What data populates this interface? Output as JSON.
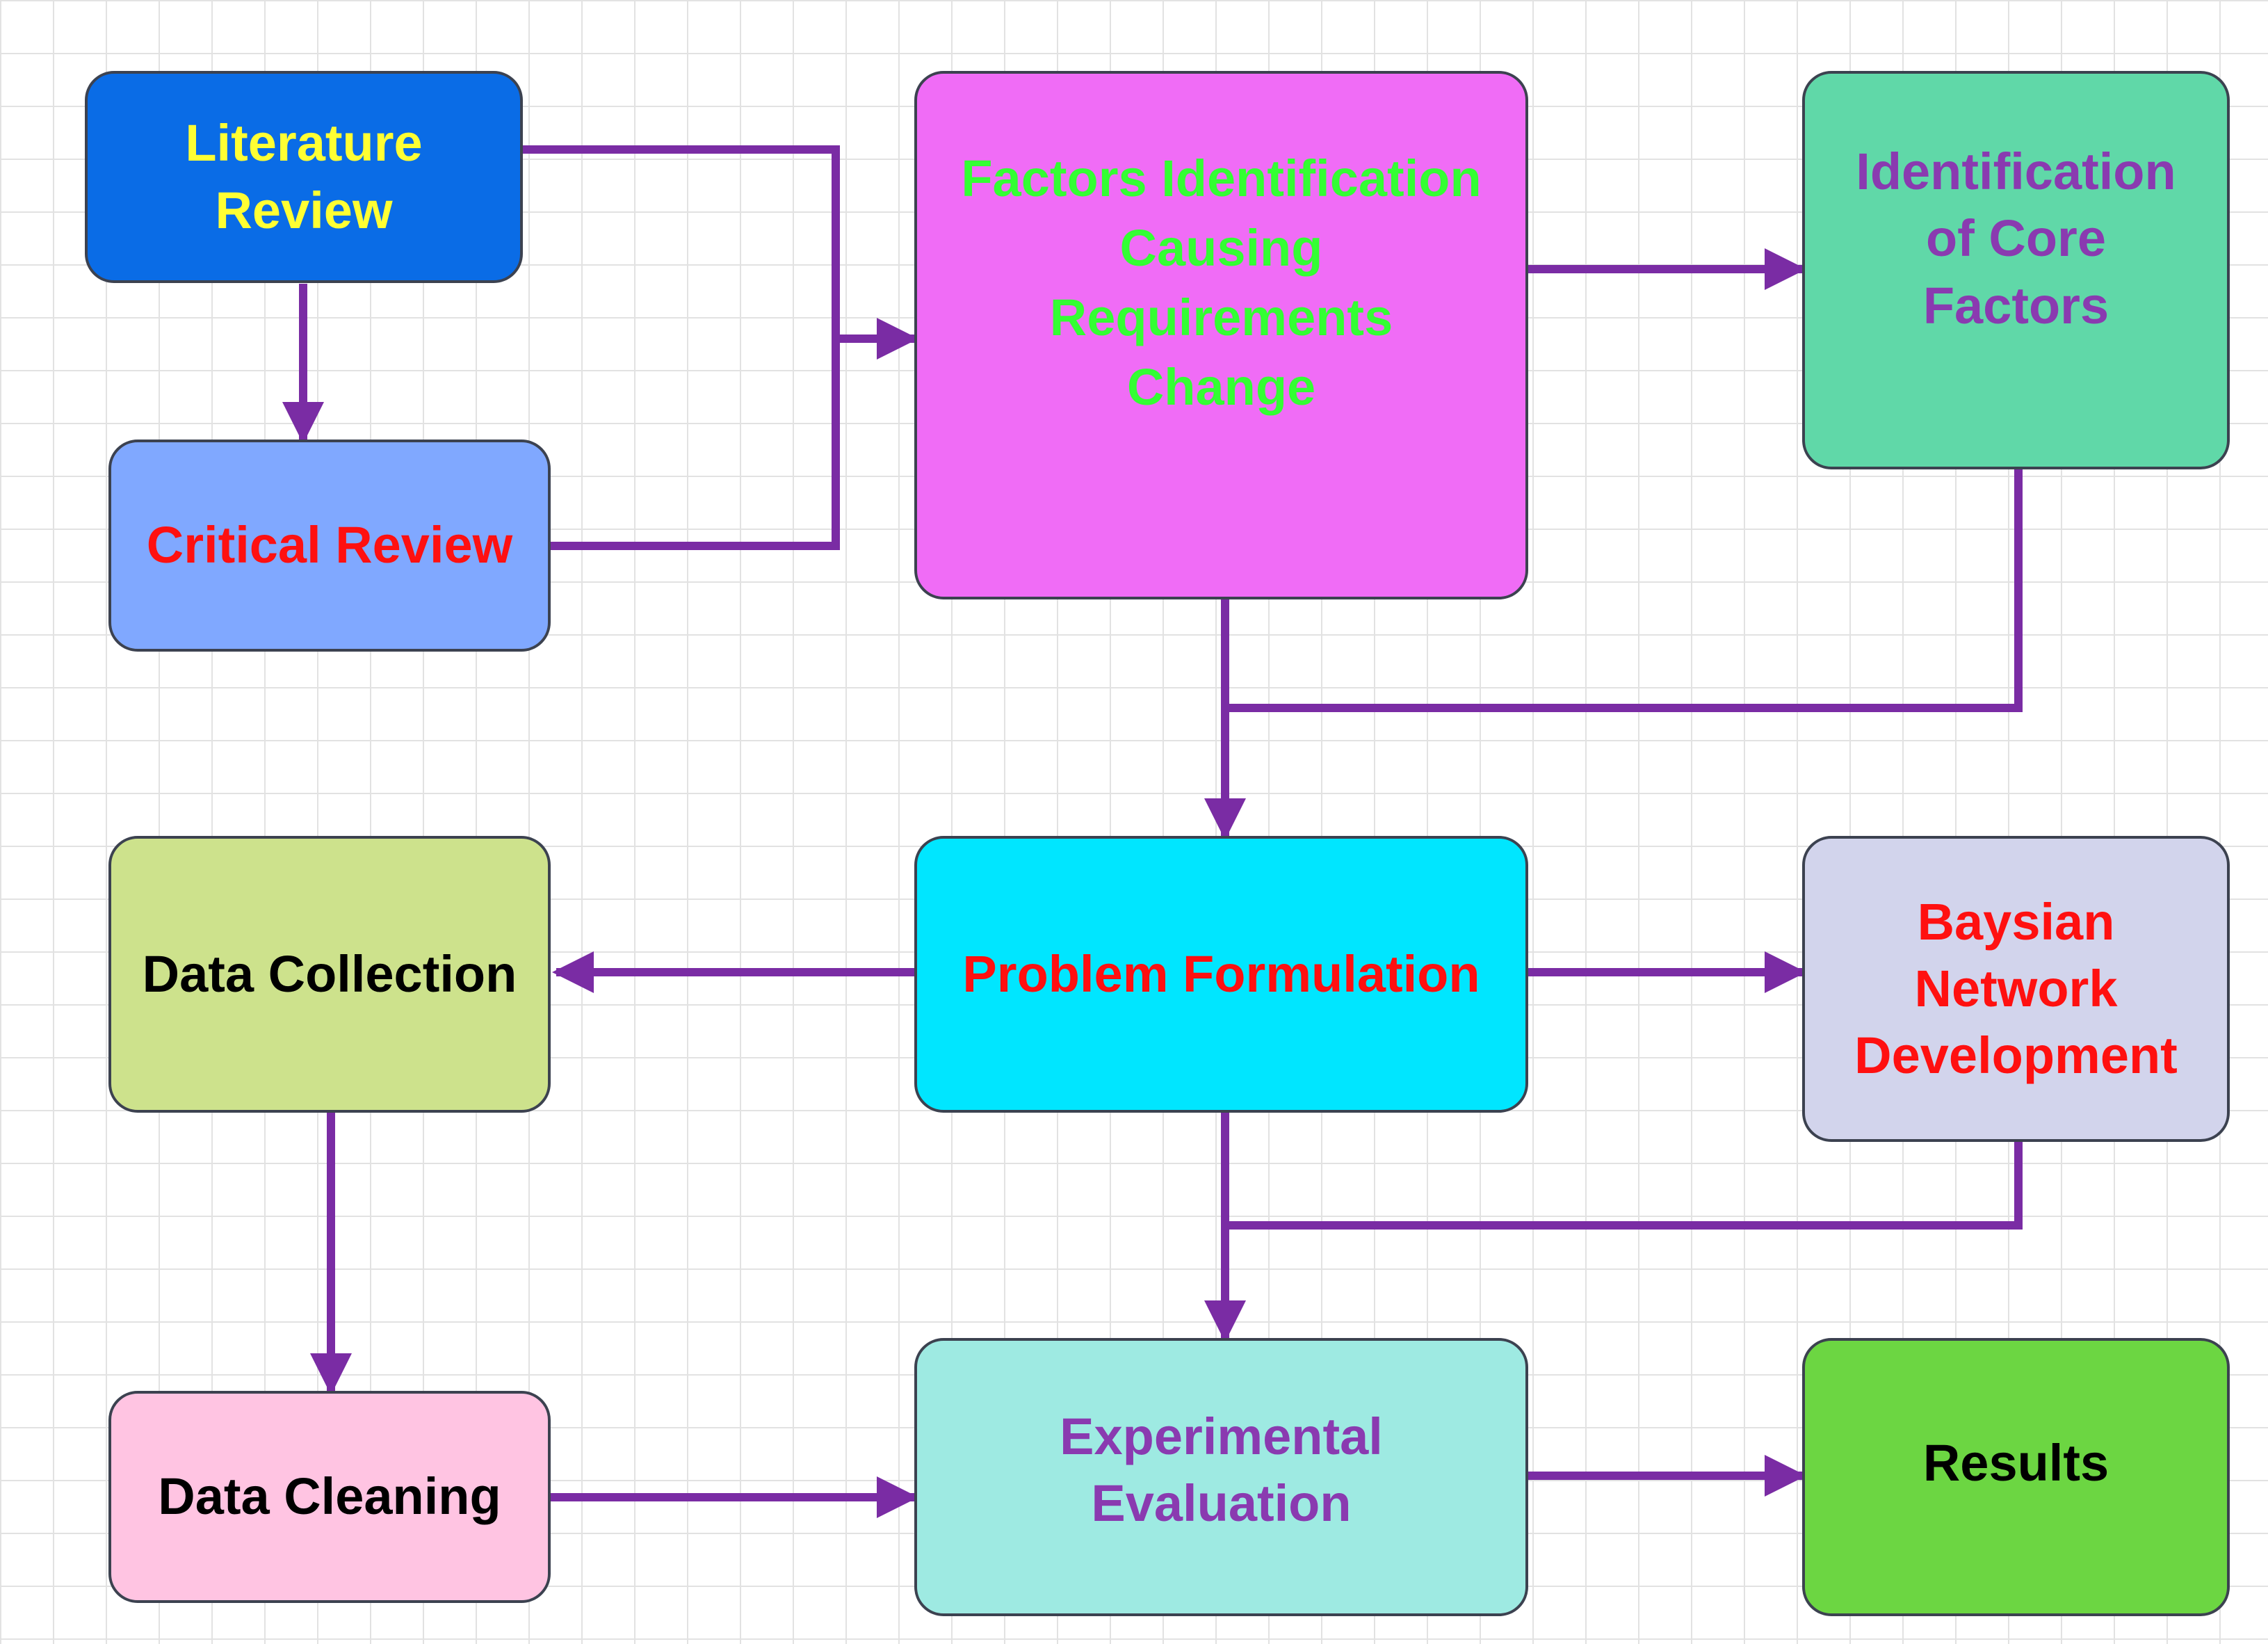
{
  "colors": {
    "connector": "#7a2ca4",
    "border": "#3c4250",
    "grid": "#e2e2e2"
  },
  "nodes": {
    "literature_review": {
      "label": "Literature\nReview",
      "fill": "#0a6ce6",
      "text_color": "#ffff33"
    },
    "critical_review": {
      "label": "Critical Review",
      "fill": "#80a8ff",
      "text_color": "#ff1010"
    },
    "factors_identification": {
      "label": "Factors Identification\nCausing\nRequirements\nChange",
      "fill": "#f06cf6",
      "text_color": "#33ff33"
    },
    "identification_core_factors": {
      "label": "Identification\nof Core\nFactors",
      "fill": "#60d8a8",
      "text_color": "#8a3ab0"
    },
    "data_collection": {
      "label": "Data Collection",
      "fill": "#cde28c",
      "text_color": "#000000"
    },
    "problem_formulation": {
      "label": "Problem Formulation",
      "fill": "#00e6ff",
      "text_color": "#ff1010"
    },
    "baysian_network_development": {
      "label": "Baysian\nNetwork\nDevelopment",
      "fill": "#d2d4ec",
      "text_color": "#ff1010"
    },
    "data_cleaning": {
      "label": "Data Cleaning",
      "fill": "#ffc4e2",
      "text_color": "#000000"
    },
    "experimental_evaluation": {
      "label": "Experimental\nEvaluation",
      "fill": "#9eeae2",
      "text_color": "#8a3ab0"
    },
    "results": {
      "label": "Results",
      "fill": "#6cd642",
      "text_color": "#000000"
    }
  },
  "edges": [
    {
      "from": "literature_review",
      "to": "critical_review"
    },
    {
      "from": "literature_review",
      "to": "factors_identification"
    },
    {
      "from": "critical_review",
      "to": "factors_identification"
    },
    {
      "from": "factors_identification",
      "to": "identification_core_factors"
    },
    {
      "from": "factors_identification",
      "to": "problem_formulation"
    },
    {
      "from": "identification_core_factors",
      "to": "problem_formulation"
    },
    {
      "from": "problem_formulation",
      "to": "data_collection"
    },
    {
      "from": "problem_formulation",
      "to": "baysian_network_development"
    },
    {
      "from": "data_collection",
      "to": "data_cleaning"
    },
    {
      "from": "problem_formulation",
      "to": "experimental_evaluation"
    },
    {
      "from": "baysian_network_development",
      "to": "experimental_evaluation"
    },
    {
      "from": "data_cleaning",
      "to": "experimental_evaluation"
    },
    {
      "from": "experimental_evaluation",
      "to": "results"
    }
  ]
}
